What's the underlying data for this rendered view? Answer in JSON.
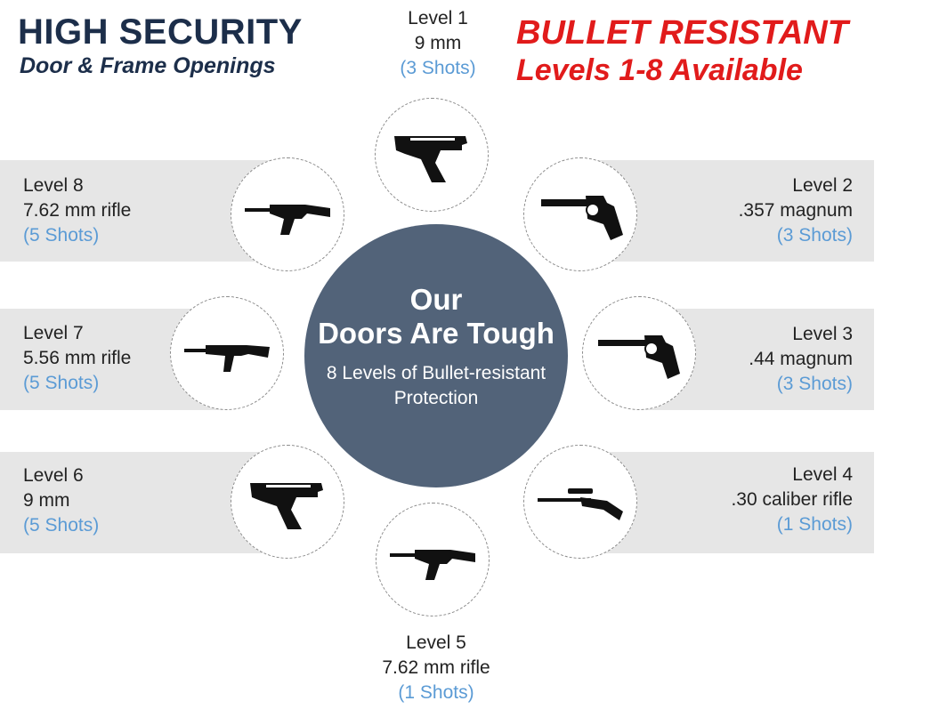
{
  "header": {
    "title": "HIGH SECURITY",
    "subtitle": "Door & Frame Openings",
    "promo_line1": "BULLET RESISTANT",
    "promo_line2": "Levels 1-8 Available"
  },
  "center": {
    "line1": "Our",
    "line2": "Doors Are Tough",
    "line3": "8 Levels of Bullet-resistant Protection"
  },
  "colors": {
    "navy": "#1c2e4a",
    "red": "#e11b1b",
    "hub": "#526379",
    "shots": "#5b9bd5",
    "band": "#e6e6e6"
  },
  "levels": [
    {
      "level": "Level 1",
      "caliber": "9 mm",
      "shots": "(3 Shots)",
      "icon": "pistol-icon"
    },
    {
      "level": "Level 2",
      "caliber": ".357 magnum",
      "shots": "(3 Shots)",
      "icon": "revolver-icon"
    },
    {
      "level": "Level 3",
      "caliber": ".44 magnum",
      "shots": "(3 Shots)",
      "icon": "revolver-icon"
    },
    {
      "level": "Level 4",
      "caliber": ".30 caliber rifle",
      "shots": "(1 Shots)",
      "icon": "scoped-rifle-icon"
    },
    {
      "level": "Level 5",
      "caliber": "7.62 mm rifle",
      "shots": "(1 Shots)",
      "icon": "assault-rifle-icon"
    },
    {
      "level": "Level 6",
      "caliber": "9 mm",
      "shots": "(5 Shots)",
      "icon": "pistol-icon"
    },
    {
      "level": "Level 7",
      "caliber": "5.56 mm rifle",
      "shots": "(5 Shots)",
      "icon": "carbine-icon"
    },
    {
      "level": "Level 8",
      "caliber": "7.62 mm rifle",
      "shots": "(5 Shots)",
      "icon": "assault-rifle-icon"
    }
  ]
}
